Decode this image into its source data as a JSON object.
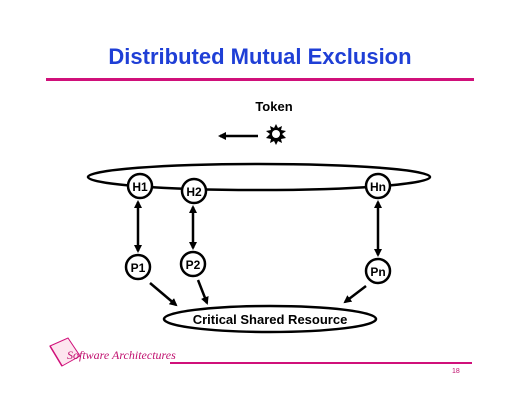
{
  "slide": {
    "title": "Distributed Mutual Exclusion",
    "footer": "Software Architectures",
    "page_number": "18"
  },
  "diagram": {
    "token_label": "Token",
    "hosts": [
      "H1",
      "H2",
      "Hn"
    ],
    "processes": [
      "P1",
      "P2",
      "Pn"
    ],
    "resource_label": "Critical Shared Resource"
  },
  "colors": {
    "title": "#1f3fd6",
    "accent": "#d0107a"
  },
  "icons": {
    "token": "starburst-token-icon",
    "logo": "software-architectures-logo-icon"
  }
}
